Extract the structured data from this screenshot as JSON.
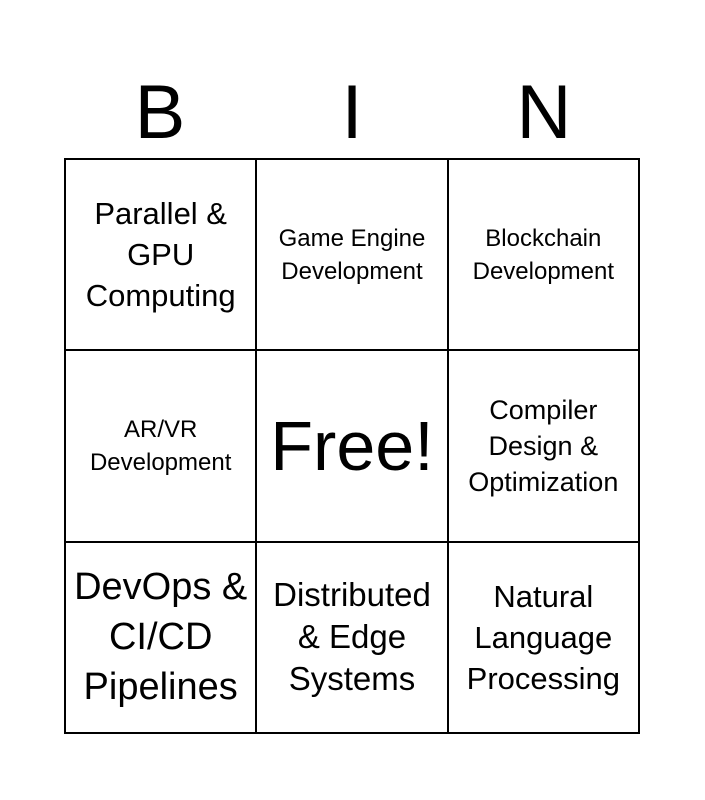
{
  "header": [
    "B",
    "I",
    "N"
  ],
  "cells": [
    "Parallel & GPU Computing",
    "Game Engine Development",
    "Blockchain Development",
    "AR/VR Development",
    "Free!",
    "Compiler Design & Optimization",
    "DevOps & CI/CD Pipelines",
    "Distributed & Edge Systems",
    "Natural Language Processing"
  ]
}
